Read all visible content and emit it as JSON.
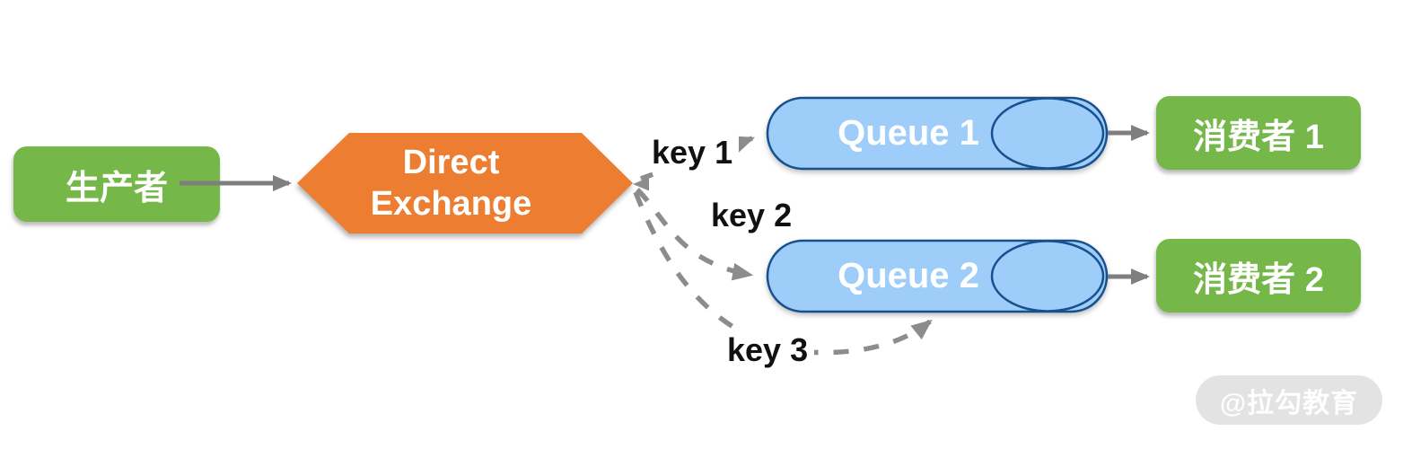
{
  "producer": {
    "label": "生产者"
  },
  "exchange": {
    "label_line1": "Direct",
    "label_line2": "Exchange"
  },
  "routing_keys": {
    "key1": "key 1",
    "key2": "key 2",
    "key3": "key 3"
  },
  "queues": {
    "queue1": "Queue 1",
    "queue2": "Queue 2"
  },
  "consumers": {
    "consumer1": "消费者 1",
    "consumer2": "消费者 2"
  },
  "watermark": {
    "label": "@拉勾教育"
  },
  "colors": {
    "producer_green": "#76B74A",
    "exchange_orange": "#ED7D31",
    "queue_fill": "#9DCDF8",
    "queue_border": "#17508F",
    "arrow_gray": "#7F7F7F",
    "dashed_gray": "#8C8C8C",
    "key_text": "#111111",
    "watermark_bg": "#E3E3E3"
  }
}
